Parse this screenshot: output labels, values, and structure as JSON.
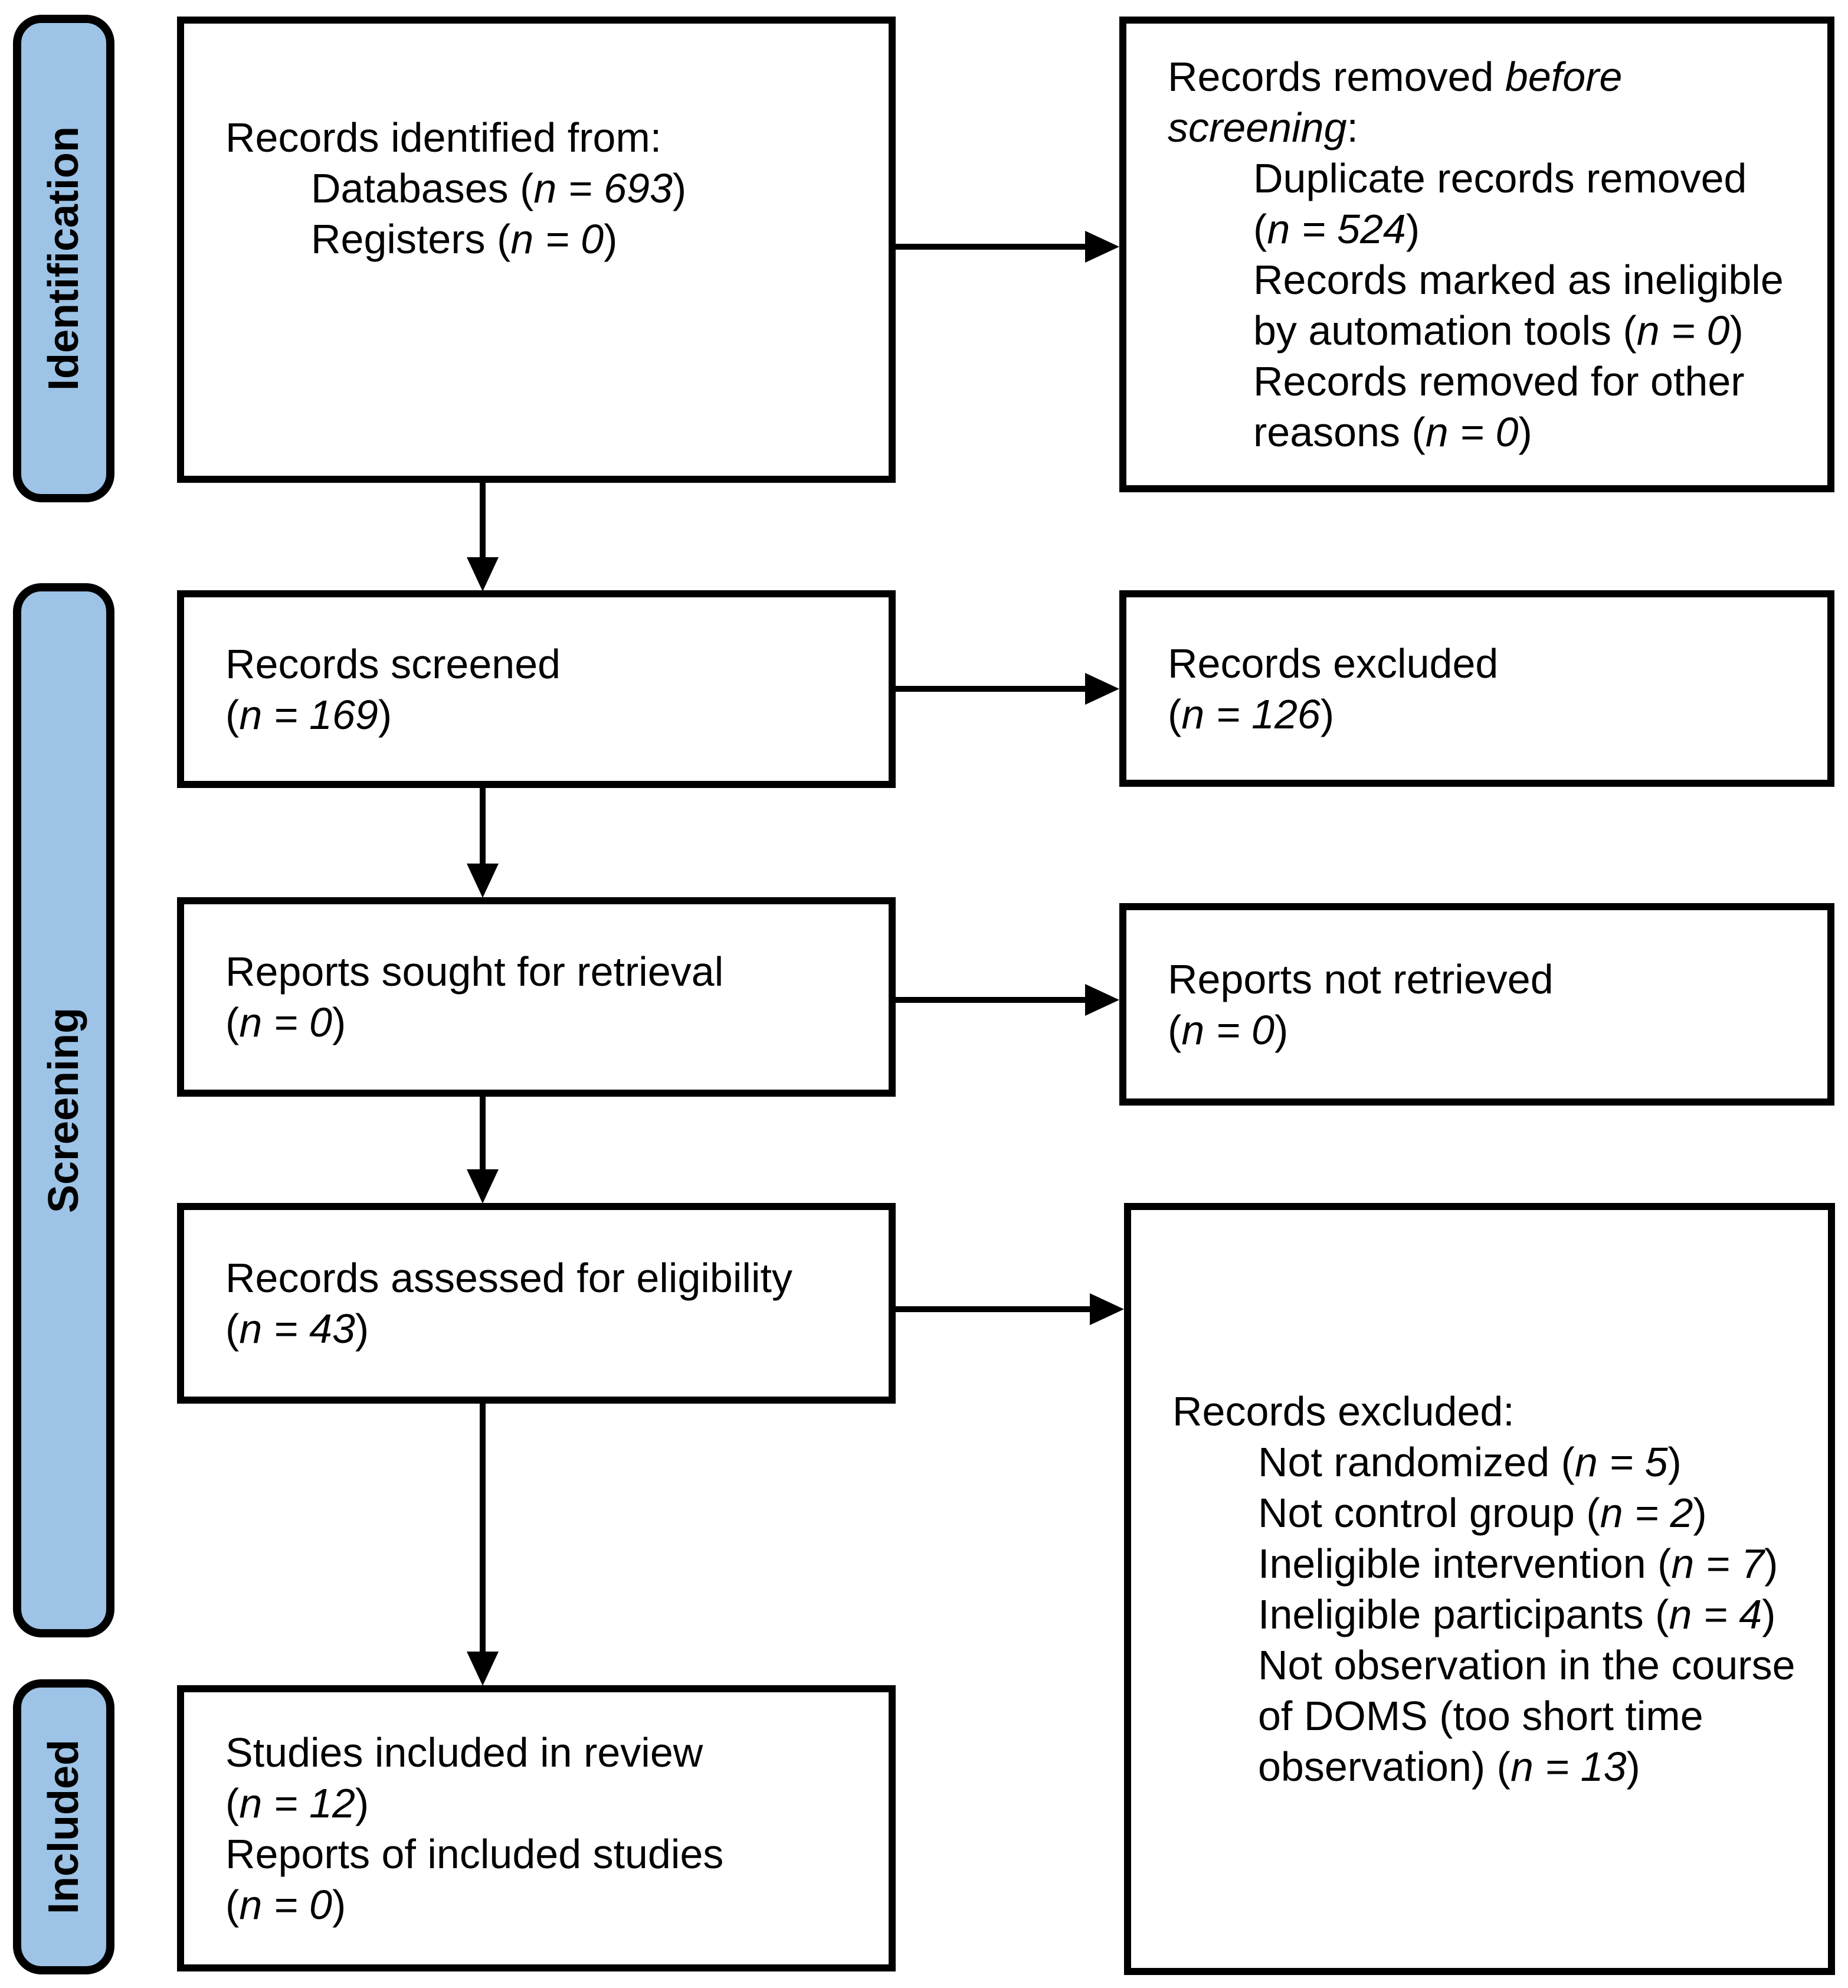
{
  "colors": {
    "stage_fill": "#9DC3E6",
    "box_fill": "#FFFFFF",
    "line": "#000000",
    "text": "#000000"
  },
  "stages": [
    {
      "label": "Identification"
    },
    {
      "label": "Screening"
    },
    {
      "label": "Included"
    }
  ],
  "boxes": {
    "identified": {
      "lines": [
        {
          "pre": "Records identified from:",
          "it": "",
          "post": "",
          "ind": 0
        },
        {
          "pre": "Databases (",
          "it": "n = 693",
          "post": ")",
          "ind": 1
        },
        {
          "pre": "Registers (",
          "it": "n = 0",
          "post": ")",
          "ind": 1
        }
      ]
    },
    "removed_before_screening": {
      "lines": [
        {
          "pre": "Records removed ",
          "it": "before",
          "post": "",
          "ind": 0
        },
        {
          "pre": "",
          "it": "screening",
          "post": ":",
          "ind": 0
        },
        {
          "pre": "Duplicate records removed",
          "it": "",
          "post": "",
          "ind": 1
        },
        {
          "pre": "(",
          "it": "n = 524",
          "post": ")",
          "ind": 1
        },
        {
          "pre": "Records marked as ineligible",
          "it": "",
          "post": "",
          "ind": 1
        },
        {
          "pre": "by automation tools (",
          "it": "n = 0",
          "post": ")",
          "ind": 1
        },
        {
          "pre": "Records removed for other",
          "it": "",
          "post": "",
          "ind": 1
        },
        {
          "pre": "reasons (",
          "it": "n = 0",
          "post": ")",
          "ind": 1
        }
      ]
    },
    "screened": {
      "lines": [
        {
          "pre": "Records screened",
          "it": "",
          "post": "",
          "ind": 0
        },
        {
          "pre": "(",
          "it": "n = 169",
          "post": ")",
          "ind": 0
        }
      ]
    },
    "excluded_screening": {
      "lines": [
        {
          "pre": "Records excluded",
          "it": "",
          "post": "",
          "ind": 0
        },
        {
          "pre": "(",
          "it": "n = 126",
          "post": ")",
          "ind": 0
        }
      ]
    },
    "sought_retrieval": {
      "lines": [
        {
          "pre": "Reports sought for retrieval",
          "it": "",
          "post": "",
          "ind": 0
        },
        {
          "pre": "(",
          "it": "n = 0",
          "post": ")",
          "ind": 0
        }
      ]
    },
    "not_retrieved": {
      "lines": [
        {
          "pre": "Reports not retrieved",
          "it": "",
          "post": "",
          "ind": 0
        },
        {
          "pre": "(",
          "it": "n = 0",
          "post": ")",
          "ind": 0
        }
      ]
    },
    "assessed_eligibility": {
      "lines": [
        {
          "pre": "Records assessed for eligibility",
          "it": "",
          "post": "",
          "ind": 0
        },
        {
          "pre": "(",
          "it": "n = 43",
          "post": ")",
          "ind": 0
        }
      ]
    },
    "excluded_eligibility": {
      "lines": [
        {
          "pre": "Records excluded:",
          "it": "",
          "post": "",
          "ind": 0
        },
        {
          "pre": "Not randomized (",
          "it": "n = 5",
          "post": ")",
          "ind": 1
        },
        {
          "pre": "Not control group (",
          "it": "n = 2",
          "post": ")",
          "ind": 1
        },
        {
          "pre": "Ineligible intervention (",
          "it": "n = 7",
          "post": ")",
          "ind": 1
        },
        {
          "pre": "Ineligible participants (",
          "it": "n = 4",
          "post": ")",
          "ind": 1
        },
        {
          "pre": "Not observation in the course",
          "it": "",
          "post": "",
          "ind": 1
        },
        {
          "pre": "of DOMS (too short time",
          "it": "",
          "post": "",
          "ind": 1
        },
        {
          "pre": "observation) (",
          "it": "n = 13",
          "post": ")",
          "ind": 1
        }
      ]
    },
    "included": {
      "lines": [
        {
          "pre": "Studies included in review",
          "it": "",
          "post": "",
          "ind": 0
        },
        {
          "pre": "(",
          "it": "n = 12",
          "post": ")",
          "ind": 0
        },
        {
          "pre": "Reports of included studies",
          "it": "",
          "post": "",
          "ind": 0
        },
        {
          "pre": "(",
          "it": "n = 0",
          "post": ")",
          "ind": 0
        }
      ]
    }
  }
}
